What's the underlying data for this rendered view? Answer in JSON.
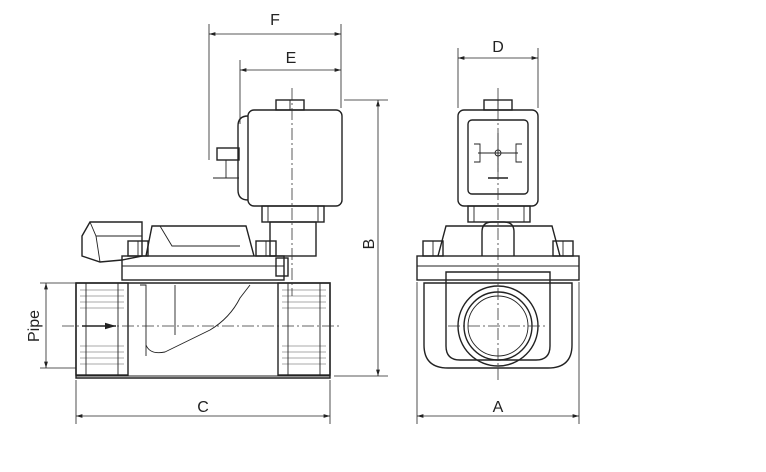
{
  "dimensions": {
    "F": "F",
    "E": "E",
    "D": "D",
    "B": "B",
    "C": "C",
    "A": "A",
    "pipe": "Pipe"
  }
}
